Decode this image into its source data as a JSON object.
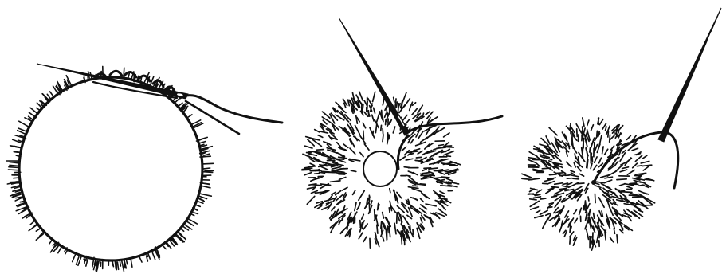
{
  "figure": {
    "panels": [
      {
        "id": "step-1",
        "icon": "fur-ring-stitching-icon"
      },
      {
        "id": "step-2",
        "icon": "fur-puff-gathering-icon"
      },
      {
        "id": "step-3",
        "icon": "fur-ball-closing-icon"
      }
    ],
    "ink_color": "#111111",
    "paper_color": "#ffffff"
  }
}
